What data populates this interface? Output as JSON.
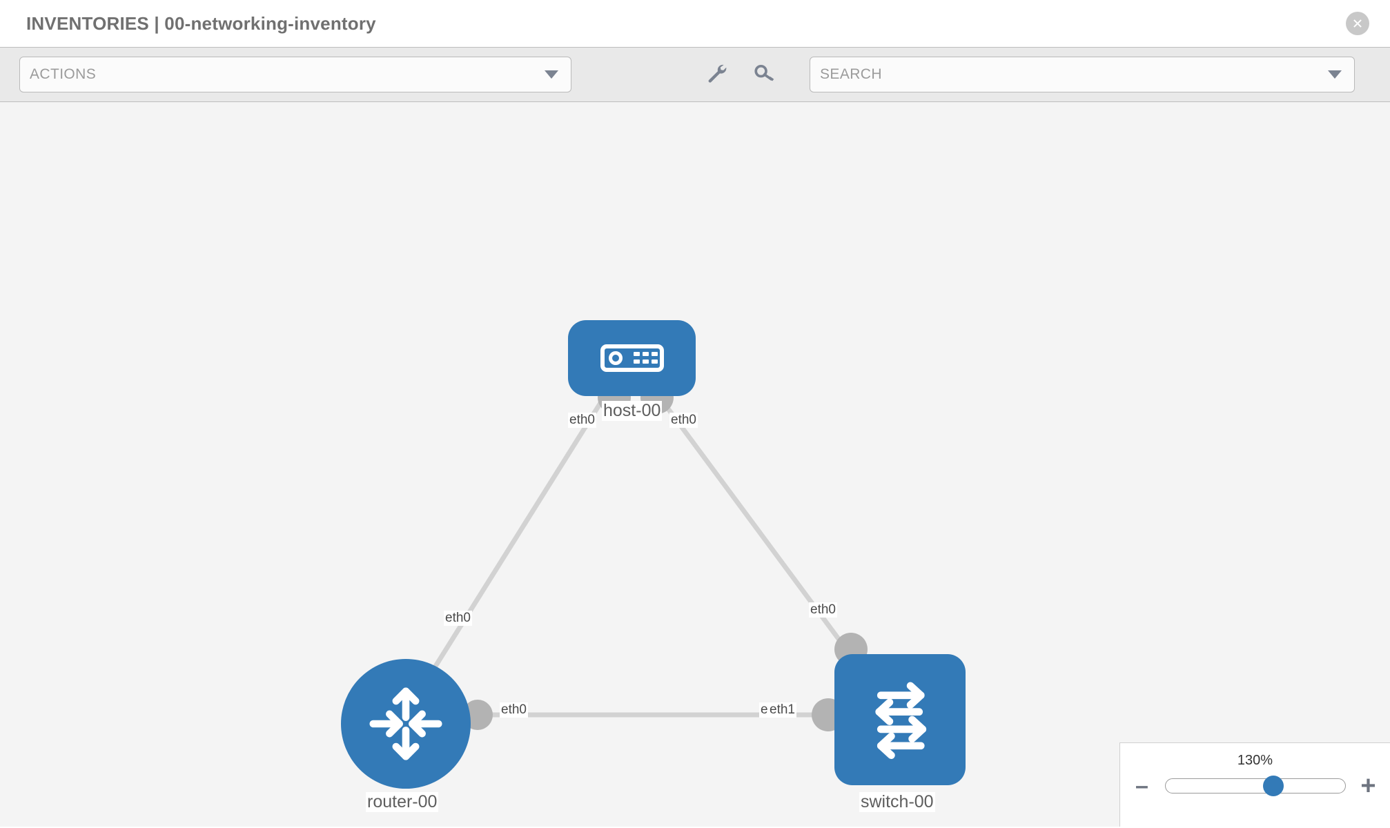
{
  "header": {
    "title": "INVENTORIES | 00-networking-inventory",
    "close_icon": "close-circle-icon"
  },
  "toolbar": {
    "actions_label": "ACTIONS",
    "actions_caret_icon": "chevron-down-icon",
    "wrench_icon": "wrench-icon",
    "key_icon": "key-icon",
    "search_placeholder": "SEARCH",
    "search_caret_icon": "chevron-down-icon"
  },
  "topology": {
    "nodes": [
      {
        "id": "host-00",
        "label": "host-00",
        "icon": "server-appliance-icon",
        "shape": "rounded-rect",
        "color": "#337ab7"
      },
      {
        "id": "router-00",
        "label": "router-00",
        "icon": "router-arrows-icon",
        "shape": "circle",
        "color": "#337ab7"
      },
      {
        "id": "switch-00",
        "label": "switch-00",
        "icon": "switch-arrows-icon",
        "shape": "rounded-square",
        "color": "#337ab7"
      }
    ],
    "edges": [
      {
        "from": "host-00",
        "to": "router-00",
        "from_label": "eth0",
        "to_label": "eth0"
      },
      {
        "from": "host-00",
        "to": "switch-00",
        "from_label": "eth0",
        "to_label": "eth0"
      },
      {
        "from": "router-00",
        "to": "switch-00",
        "from_label": "eth0",
        "to_label": "eth1"
      }
    ],
    "edge_labels": {
      "host_left": "eth0",
      "host_right": "eth0",
      "router_up": "eth0",
      "switch_up": "eth0",
      "router_right": "eth0",
      "switch_left_a": "eth0",
      "switch_left_b": "eth1"
    },
    "edge_color": "#d2d2d2",
    "connector_color": "#b3b3b3"
  },
  "zoom": {
    "value_label": "130%",
    "minus_label": "–",
    "plus_label": "+",
    "slider_percent": 60
  }
}
